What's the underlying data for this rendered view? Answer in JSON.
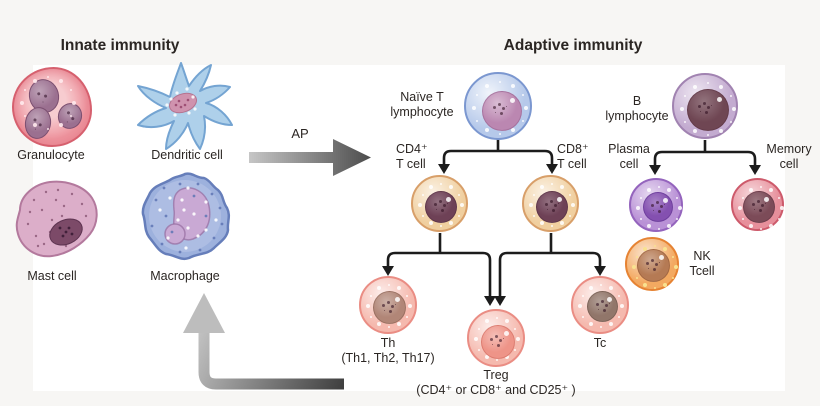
{
  "diagram": {
    "innate": {
      "title": "Innate immunity",
      "granulocyte": "Granulocyte",
      "dendritic": "Dendritic cell",
      "mast": "Mast cell",
      "macrophage": "Macrophage"
    },
    "ap_arrow": {
      "label": "AP"
    },
    "adaptive": {
      "title": "Adaptive immunity",
      "naive_t": {
        "line1": "Naïve T",
        "line2": "lymphocyte"
      },
      "cd4": {
        "line1": "CD4⁺",
        "line2": "T cell"
      },
      "cd8": {
        "line1": "CD8⁺",
        "line2": "T cell"
      },
      "b": {
        "line1": "B",
        "line2": "lymphocyte"
      },
      "plasma": {
        "line1": "Plasma",
        "line2": "cell"
      },
      "memory": {
        "line1": "Memory",
        "line2": "cell"
      },
      "nk": {
        "line1": "NK",
        "line2": "Tcell"
      },
      "th": {
        "line1": "Th",
        "line2": "(Th1, Th2, Th17)"
      },
      "treg": {
        "line1": "Treg",
        "line2": "(CD4⁺ or CD8⁺ and CD25⁺ )"
      },
      "tc": {
        "label": "Tc"
      }
    }
  },
  "palette": {
    "bg": "#f7f6f4",
    "panel": "#ffffff",
    "text": "#2b2623",
    "connector": "#1c1c1c",
    "ap-arrow-from": "#c6c6c6",
    "ap-arrow-to": "#4c4c4c",
    "return-arrow-from": "#3f3f3f",
    "return-arrow-to": "#c2c2c2",
    "granulocyte-body": "#ee949e",
    "granulocyte-border": "#d6606e",
    "granulocyte-nuc": "#9b7090",
    "dendritic-body": "#aed0ea",
    "dendritic-border": "#74a4d2",
    "dendritic-nuc": "#cf93ae",
    "mast-body": "#dcaec9",
    "mast-border": "#b3799d",
    "mast-nuc": "#7c4a68",
    "macrophage-body": "#9db1dd",
    "macrophage-border": "#667eba",
    "macrophage-nuc": "#c9a9d4",
    "naive-body": "#b6c9ea",
    "naive-border": "#7b97d0",
    "naive-nuc": "#bb87b1",
    "tcell-body": "#f0cf9f",
    "tcell-border": "#d89f69",
    "tcell-nuc": "#6e4156",
    "plasma-body": "#b991d6",
    "plasma-border": "#9464bd",
    "plasma-nuc": "#8450b0",
    "memory-body": "#e78f9b",
    "memory-border": "#cd5a6b",
    "memory-nuc": "#7c4b58",
    "b-body": "#c3abd0",
    "b-border": "#a183b1",
    "b-nuc": "#6f4653",
    "nk-body": "#f3a961",
    "nk-border": "#e68333",
    "nk-nuc": "#b57a54",
    "th-body": "#f5b9ae",
    "th-border": "#ea8d84",
    "th-nuc": "#b18677",
    "treg-nuc": "#ee9488",
    "tc-nuc": "#91766a"
  }
}
